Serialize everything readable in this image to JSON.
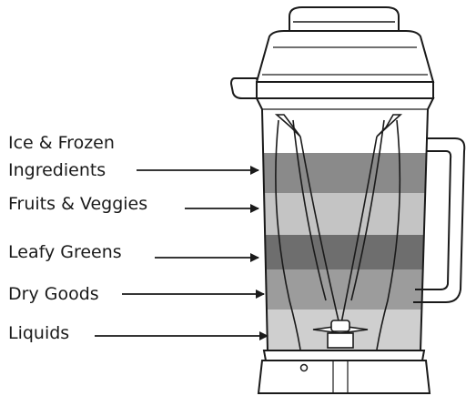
{
  "labels": {
    "ice_line1": "Ice & Frozen",
    "ice_line2": "Ingredients",
    "fruits": "Fruits & Veggies",
    "leafy": "Leafy Greens",
    "dry": "Dry Goods",
    "liquids": "Liquids"
  },
  "layer_colors": {
    "ice": "#8a8a8a",
    "fruits": "#c4c4c4",
    "leafy": "#6e6e6e",
    "dry": "#9c9c9c",
    "liquids": "#cfcfcf"
  }
}
